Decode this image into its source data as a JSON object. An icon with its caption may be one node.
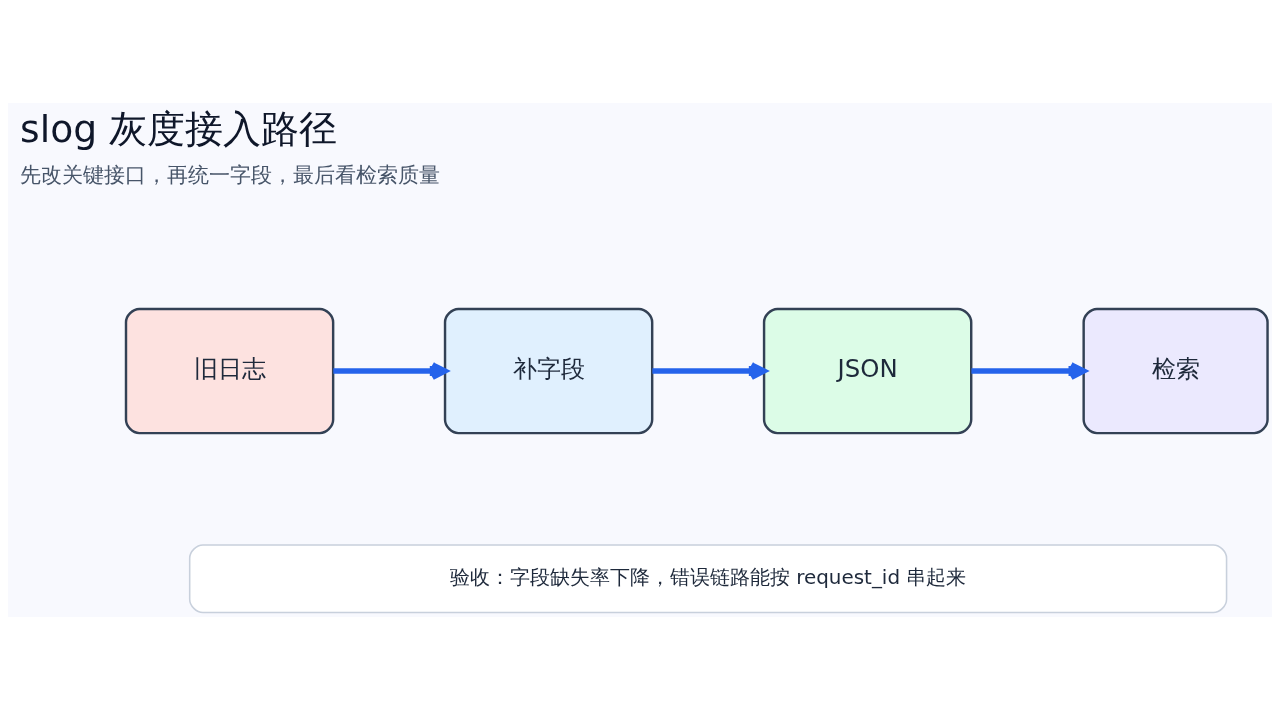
{
  "diagram": {
    "title": "slog 灰度接入路径",
    "nodes": [
      {
        "text": [
          "旧日志"
        ]
      },
      {
        "text": [
          "补字段"
        ]
      },
      {
        "text": [
          "JSON"
        ]
      },
      {
        "text": [
          "检索"
        ]
      },
      {
        "text": [
          "验收：字段缺失率下降，错误链路能按 request_id 串起来"
        ]
      }
    ],
    "edges": [
      {
        "from": 0,
        "to": 1,
        "arrow": "to"
      },
      {
        "from": 1,
        "to": 2,
        "arrow": "to"
      },
      {
        "from": 2,
        "to": 3,
        "arrow": "to"
      }
    ],
    "labels": [
      "先改关键接口，再统一字段，最后看检索质量"
    ]
  }
}
